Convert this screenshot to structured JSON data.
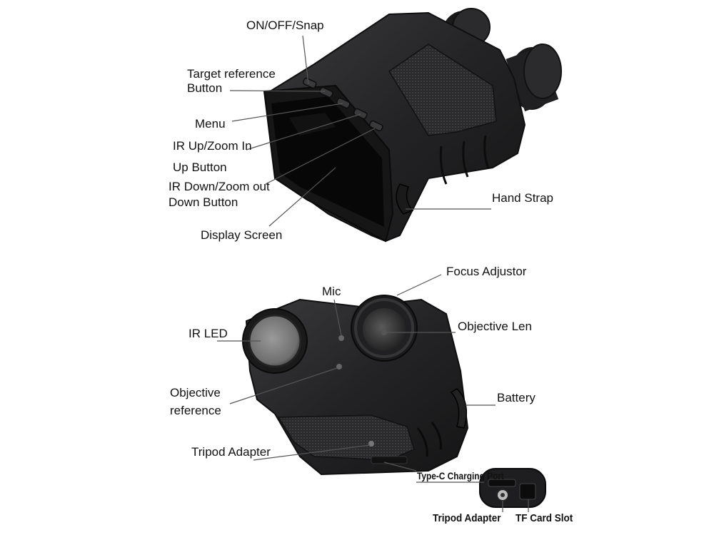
{
  "top_device": {
    "labels": {
      "on_off_snap": "ON/OFF/Snap",
      "target_reference_1": "Target reference",
      "target_reference_2": "Button",
      "menu": "Menu",
      "ir_up_1": "IR Up/Zoom In",
      "ir_up_2": "Up Button",
      "ir_down_1": "IR Down/Zoom out",
      "ir_down_2": "Down Button",
      "display_screen": "Display Screen",
      "hand_strap": "Hand Strap"
    }
  },
  "bottom_device": {
    "labels": {
      "focus_adjustor": "Focus Adjustor",
      "mic": "Mic",
      "ir_led": "IR LED",
      "objective_len": "Objective Len",
      "objective_reference_1": "Objective",
      "objective_reference_2": "reference",
      "battery": "Battery",
      "tripod_adapter": "Tripod Adapter",
      "type_c_port": "Type-C Charging Port",
      "tripod_adapter_bottom": "Tripod Adapter",
      "tf_card_slot": "TF Card Slot"
    }
  },
  "colors": {
    "body_dark": "#1c1c1e",
    "body_mid": "#2e2e31",
    "screen_black": "#0a0a0a",
    "lens_gray": "#8a8a8a",
    "leader_line": "#555555"
  }
}
